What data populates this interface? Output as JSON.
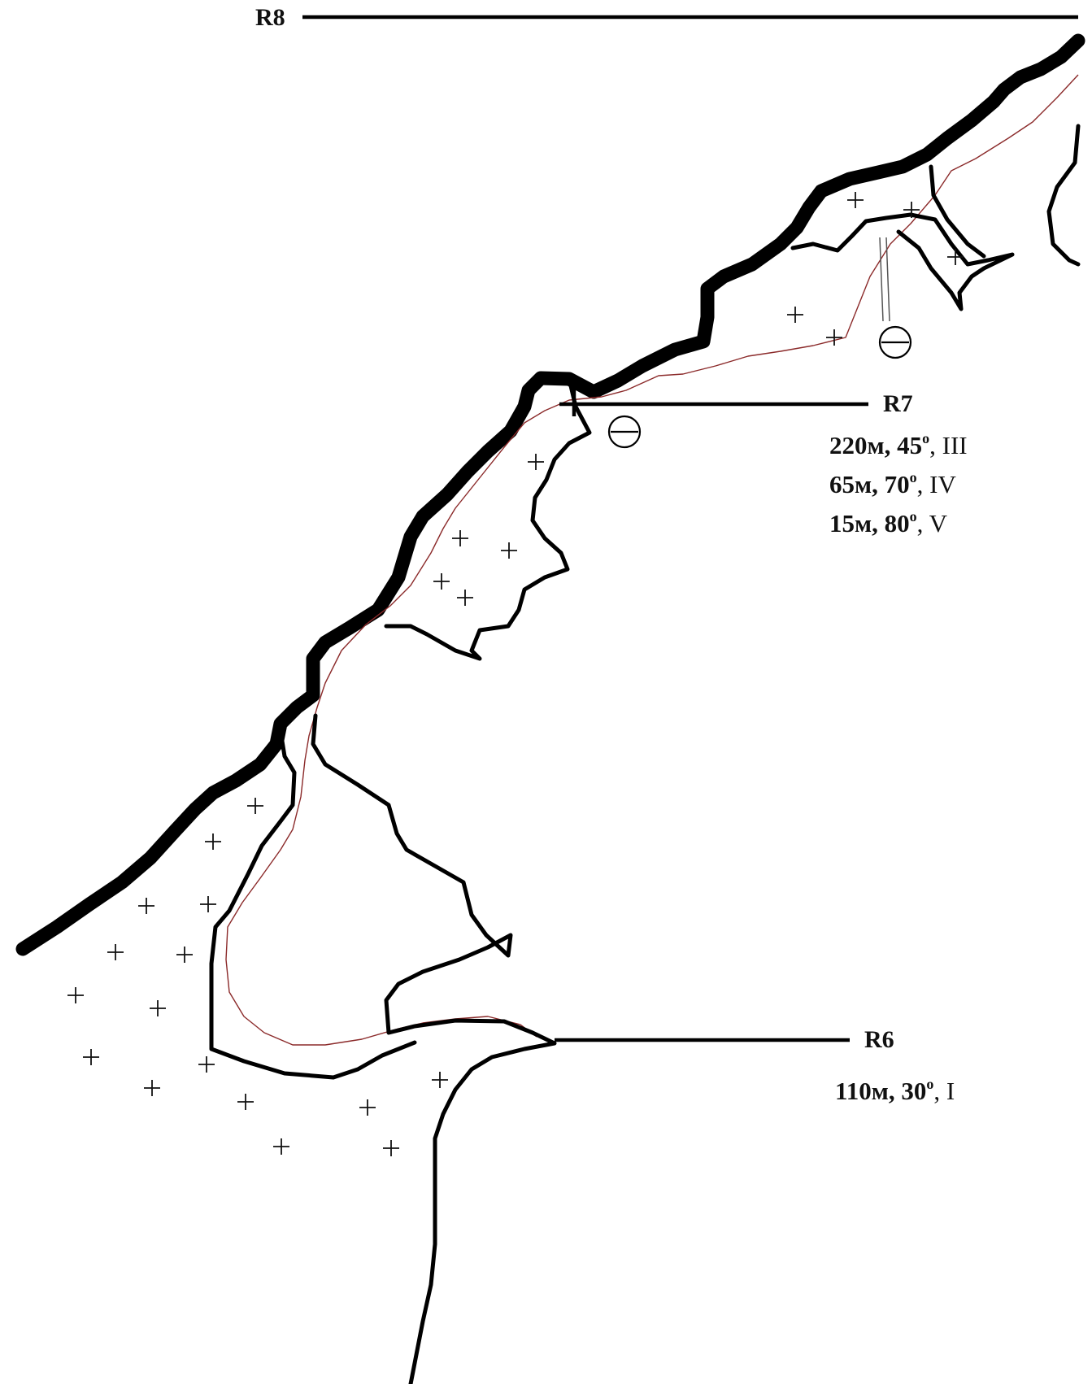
{
  "routes": [
    {
      "id": "R8",
      "label": "R8",
      "notes": []
    },
    {
      "id": "R7",
      "label": "R7",
      "notes": [
        {
          "value": "220м, 45",
          "degree": "o",
          "cls": ", III"
        },
        {
          "value": "65м, 70",
          "degree": "o",
          "cls": ", IV"
        },
        {
          "value": "15м, 80",
          "degree": "o",
          "cls": ", V"
        }
      ]
    },
    {
      "id": "R6",
      "label": "R6",
      "notes": [
        {
          "value": "110м, 30",
          "degree": "o",
          "cls": ", I"
        }
      ]
    }
  ],
  "symbols": {
    "minus_circle": "theta-circle-symbol",
    "plus": "plus-mark-symbol"
  }
}
